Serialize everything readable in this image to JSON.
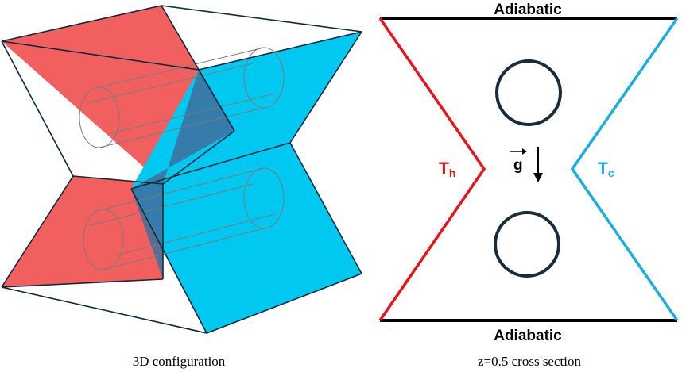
{
  "left_panel": {
    "caption": "3D configuration",
    "colors": {
      "hot_face": "#f25f5f",
      "cold_face": "#00c8f0",
      "overlap": "#3e6f9e",
      "edge": "#0f2a3a",
      "cylinder": "#7a7a7a"
    }
  },
  "right_panel": {
    "caption": "z=0.5 cross section",
    "top_label": "Adiabatic",
    "bottom_label": "Adiabatic",
    "hot_label": {
      "main": "T",
      "sub": "h"
    },
    "cold_label": {
      "main": "T",
      "sub": "c"
    },
    "gravity_label": "g",
    "colors": {
      "hot_wall": "#e8141c",
      "cold_wall": "#1aaee0",
      "adiabatic_wall": "#000000",
      "cylinder": "#1a2b3a"
    }
  }
}
